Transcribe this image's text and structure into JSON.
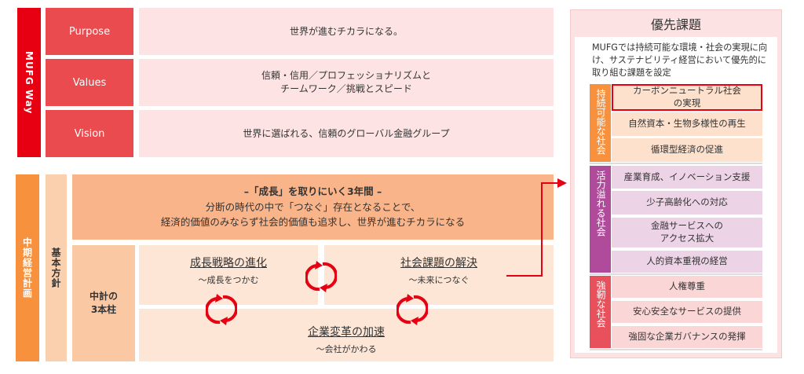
{
  "mufg_way": {
    "label": "MUFG Way",
    "rows": [
      {
        "label": "Purpose",
        "text": [
          "世界が進むチカラになる。"
        ]
      },
      {
        "label": "Values",
        "text": [
          "信頼・信用／プロフェッショナリズムと",
          "チームワーク／挑戦とスピード"
        ]
      },
      {
        "label": "Vision",
        "text": [
          "世界に選ばれる、信頼のグローバル金融グループ"
        ]
      }
    ]
  },
  "plan": {
    "label": "中期経営計画",
    "policy_label": "基本方針",
    "banner": {
      "title": "–「成長」を取りにいく3年間 –",
      "line1": "分断の時代の中で「つなぐ」存在となることで、",
      "line2": "経済的価値のみならず社会的価値も追求し、世界が進むチカラになる"
    },
    "pillars_label": [
      "中計の",
      "3本柱"
    ],
    "pillars": [
      {
        "title": "成長戦略の進化",
        "sub": "～成長をつかむ"
      },
      {
        "title": "社会課題の解決",
        "sub": "～未来につなぐ"
      },
      {
        "title": "企業変革の加速",
        "sub": "～会社がかわる"
      }
    ]
  },
  "priority": {
    "title": "優先課題",
    "description": "MUFGでは持続可能な環境・社会の実現に向け、サステナビリティ経営において優先的に取り組む課題を設定",
    "groups": [
      {
        "label": "持続可能な社会",
        "color": "#f7913d",
        "items": [
          [
            "カーボンニュートラル社会",
            "の実現"
          ],
          [
            "自然資本・生物多様性の再生"
          ],
          [
            "循環型経済の促進"
          ]
        ]
      },
      {
        "label": "活力溢れる社会",
        "color": "#b04a9a",
        "items": [
          [
            "産業育成、イノベーション支援"
          ],
          [
            "少子高齢化への対応"
          ],
          [
            "金融サービスへの",
            "アクセス拡大"
          ],
          [
            "人的資本重視の経営"
          ]
        ]
      },
      {
        "label": "強靭な社会",
        "color": "#e8505b",
        "items": [
          [
            "人権尊重"
          ],
          [
            "安心安全なサービスの提供"
          ],
          [
            "強固な企業ガバナンスの発揮"
          ]
        ]
      }
    ]
  }
}
